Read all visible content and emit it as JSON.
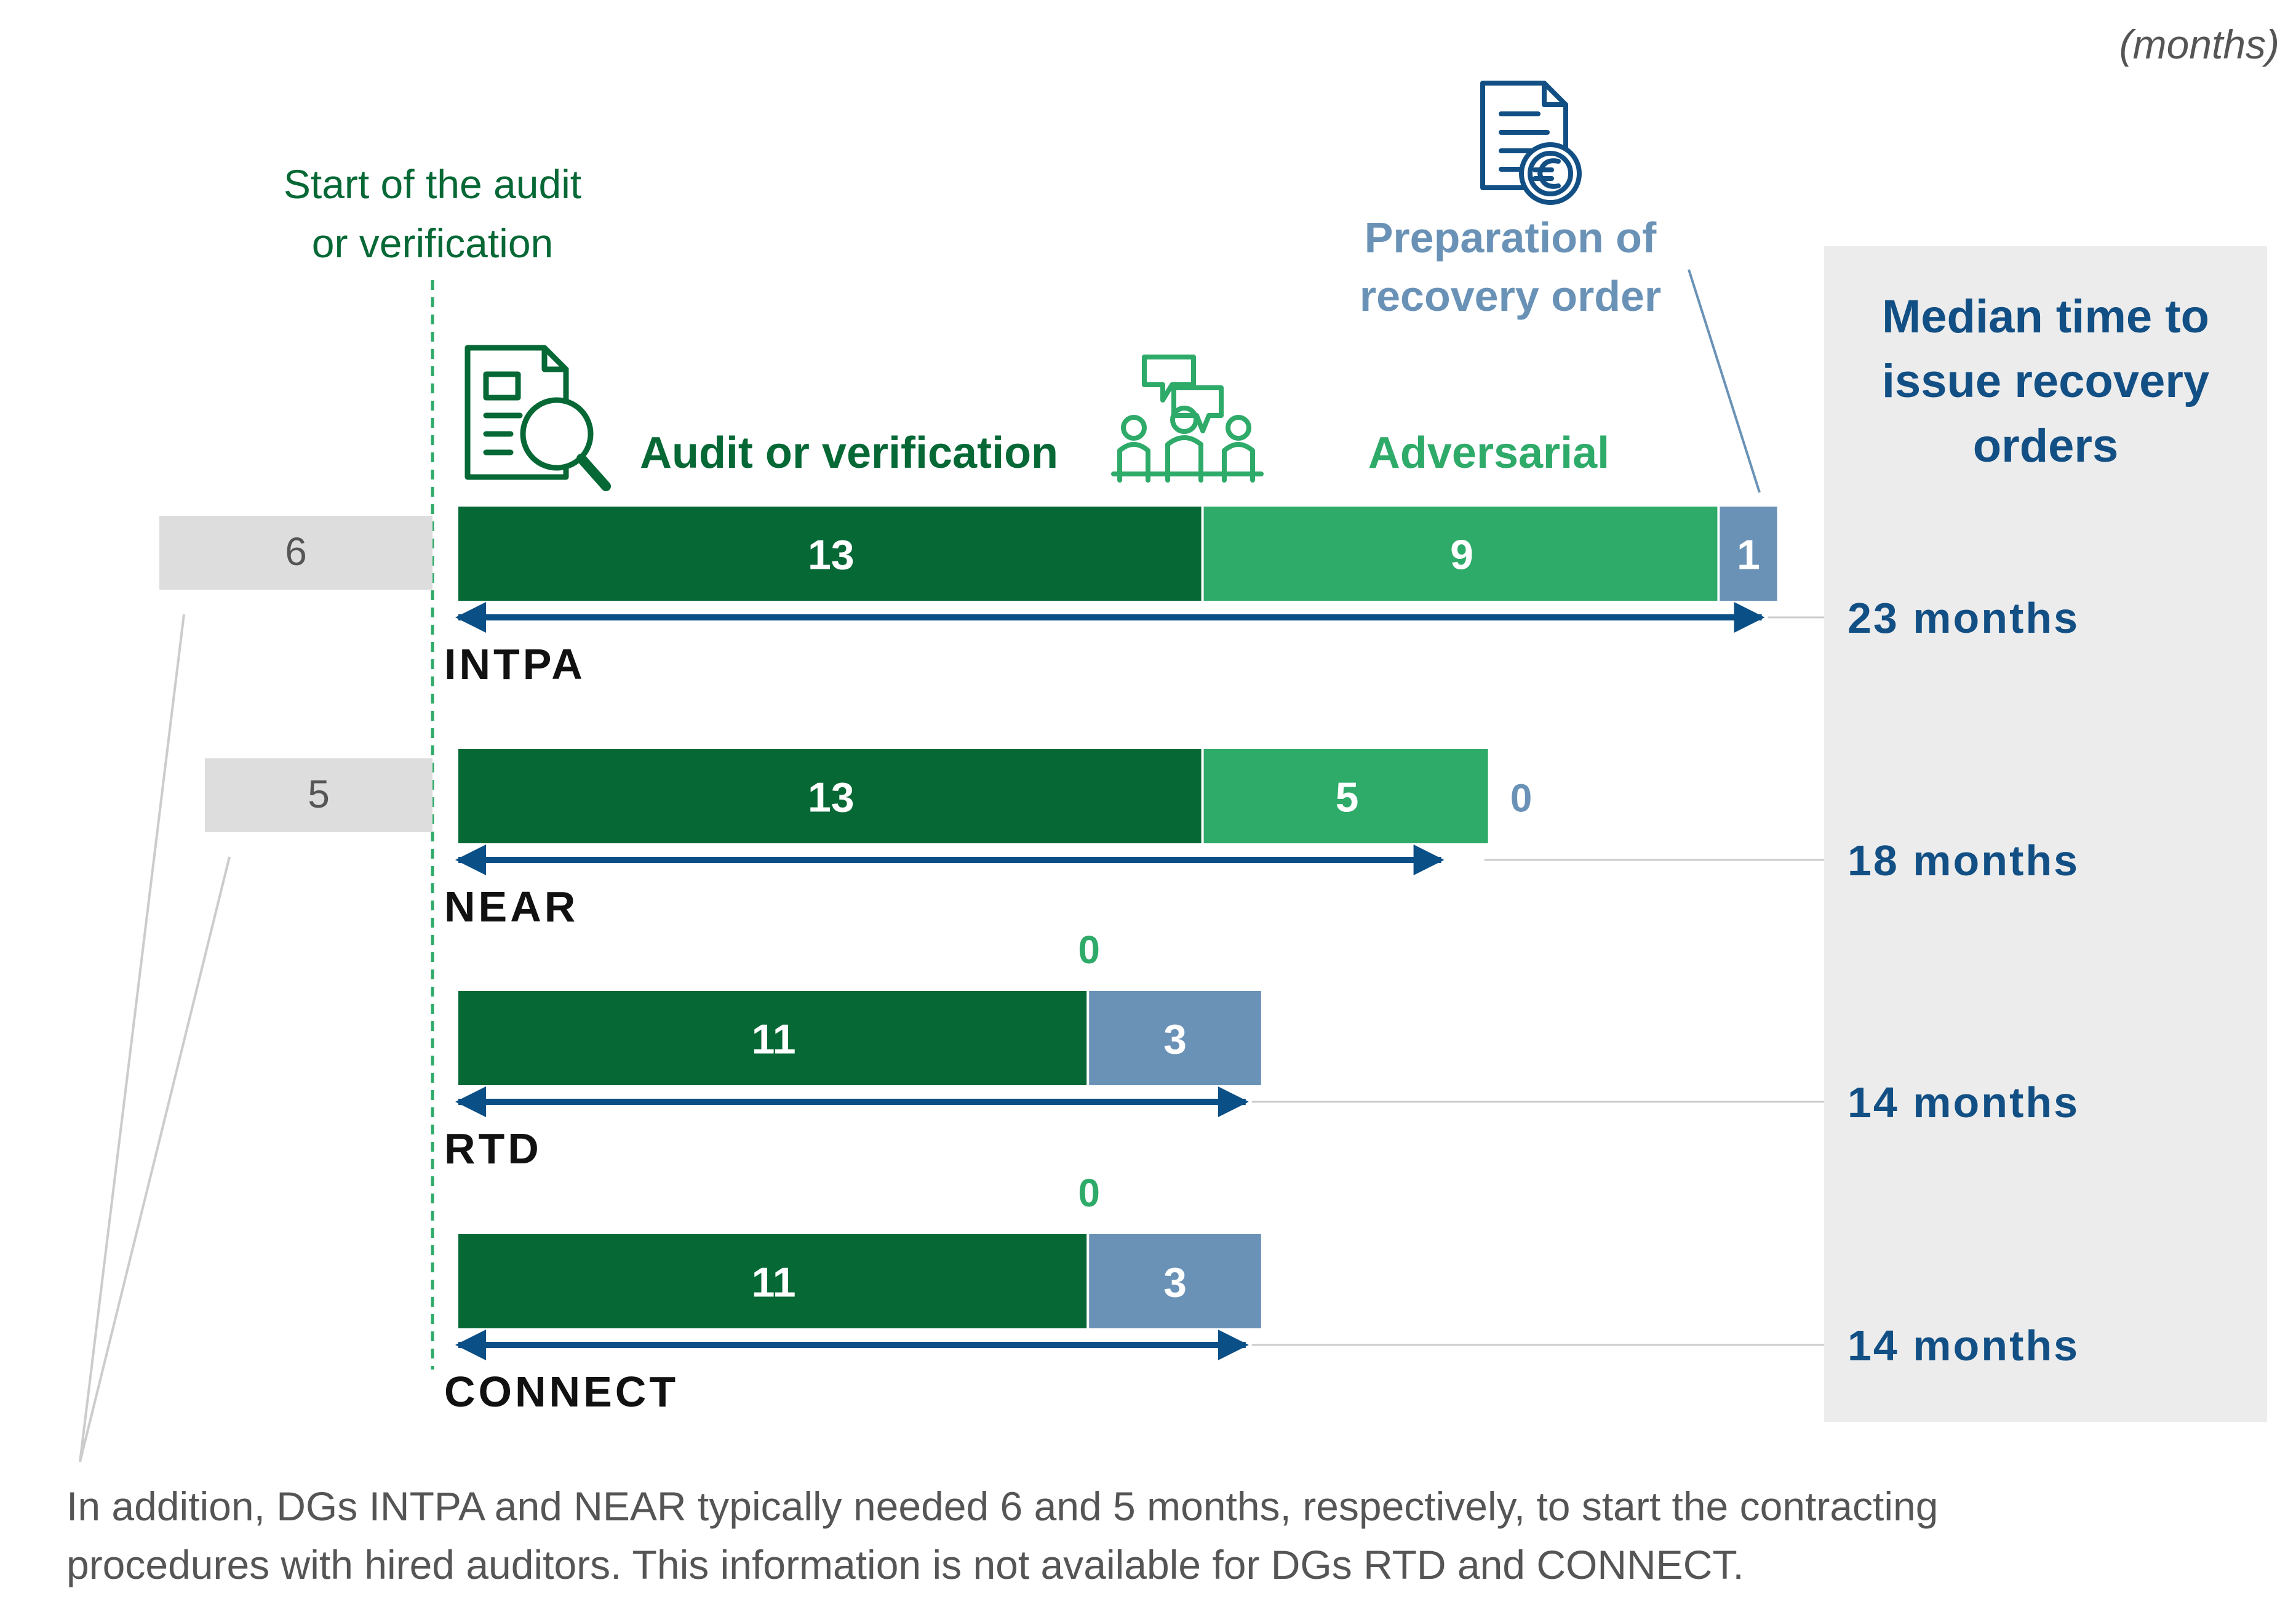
{
  "chart_data": {
    "type": "bar",
    "orientation": "horizontal-stacked",
    "unit_note": "(months)",
    "start_marker_label": [
      "Start of the audit",
      "or verification"
    ],
    "phase_labels": {
      "audit": "Audit or verification",
      "adversarial": "Adversarial",
      "recovery": [
        "Preparation of",
        "recovery order"
      ]
    },
    "median_header": [
      "Median time to",
      "issue recovery",
      "orders"
    ],
    "categories": [
      "INTPA",
      "NEAR",
      "RTD",
      "CONNECT"
    ],
    "series": [
      {
        "name": "Audit or verification",
        "color": "#066835",
        "values": [
          13,
          13,
          11,
          11
        ]
      },
      {
        "name": "Adversarial",
        "color": "#2eaa69",
        "values": [
          9,
          5,
          0,
          0
        ]
      },
      {
        "name": "Preparation of recovery order",
        "color": "#6a92b7",
        "values": [
          1,
          0,
          3,
          3
        ]
      }
    ],
    "contracting_months": [
      6,
      5,
      null,
      null
    ],
    "median_labels": [
      "23 months",
      "18 months",
      "14 months",
      "14 months"
    ],
    "footnote": [
      "In addition, DGs INTPA and NEAR typically needed 6 and 5 months, respectively, to start the contracting",
      "procedures with hired auditors. This information is not available for DGs RTD and CONNECT."
    ],
    "colors": {
      "contracting": "#dddddd",
      "arrow": "#0a4f86",
      "median_panel": "#ececec",
      "median_text": "#124f84",
      "note_gray": "#555555"
    }
  }
}
